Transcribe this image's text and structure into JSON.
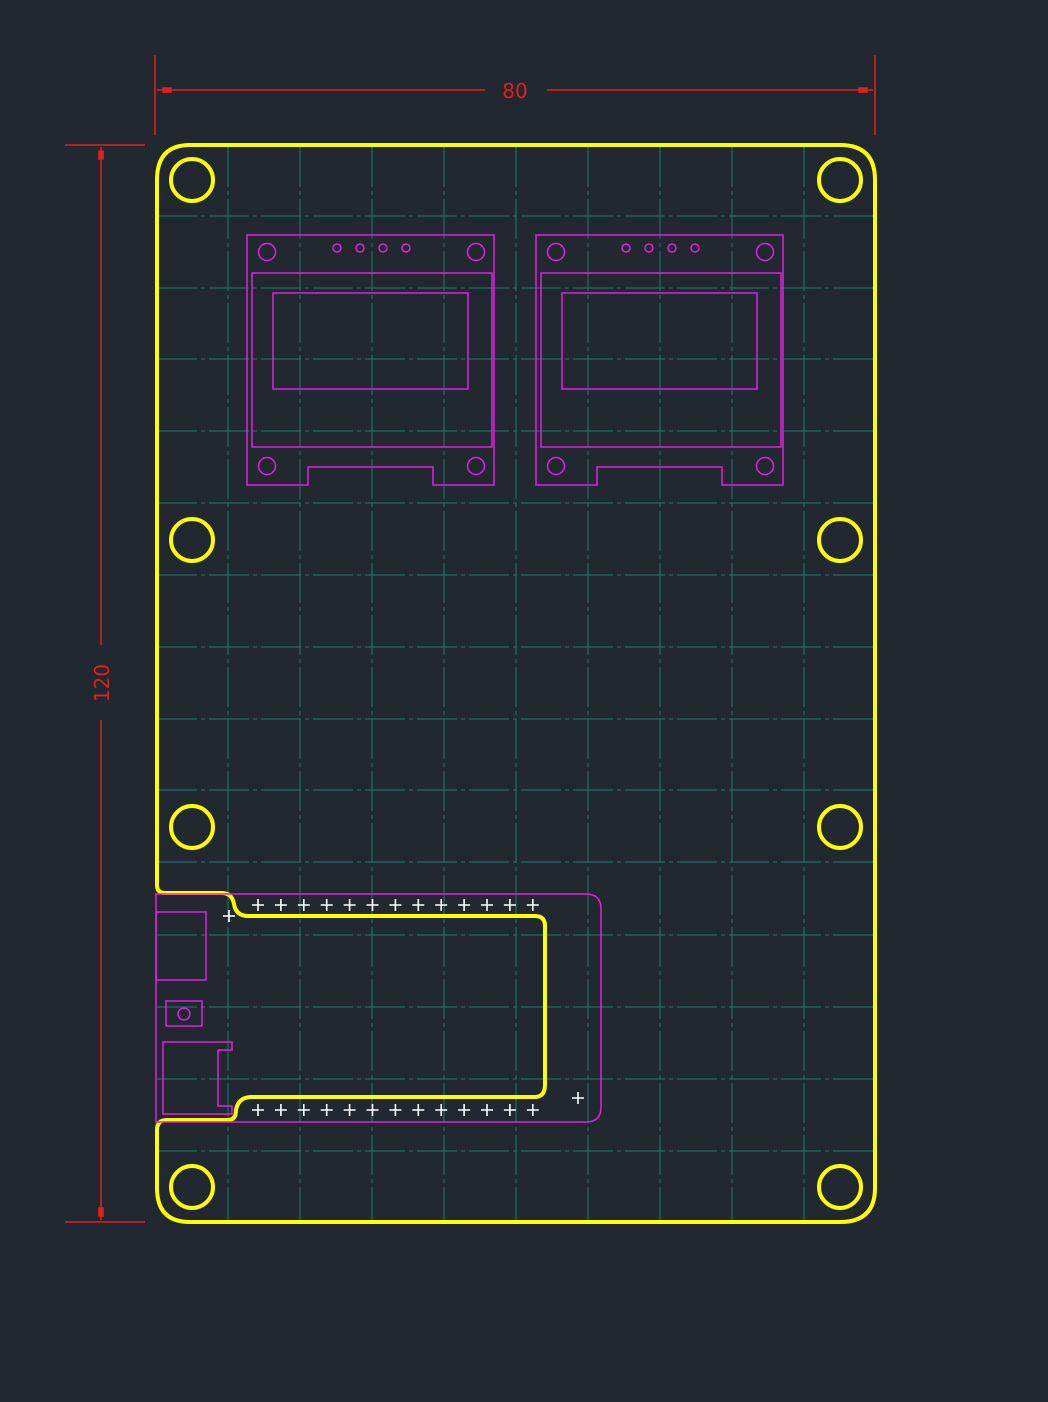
{
  "dimensions": {
    "width_label": "80",
    "height_label": "120"
  },
  "colors": {
    "background": "#212830",
    "grid": "#1f6b66",
    "board_outline": "#ffff00",
    "component": "#e020e0",
    "dimension": "#e0201f",
    "pin_marker": "#ffffff"
  },
  "components": {
    "oled_modules": 2,
    "mounting_holes": 8,
    "header_pins_per_row": 13
  }
}
